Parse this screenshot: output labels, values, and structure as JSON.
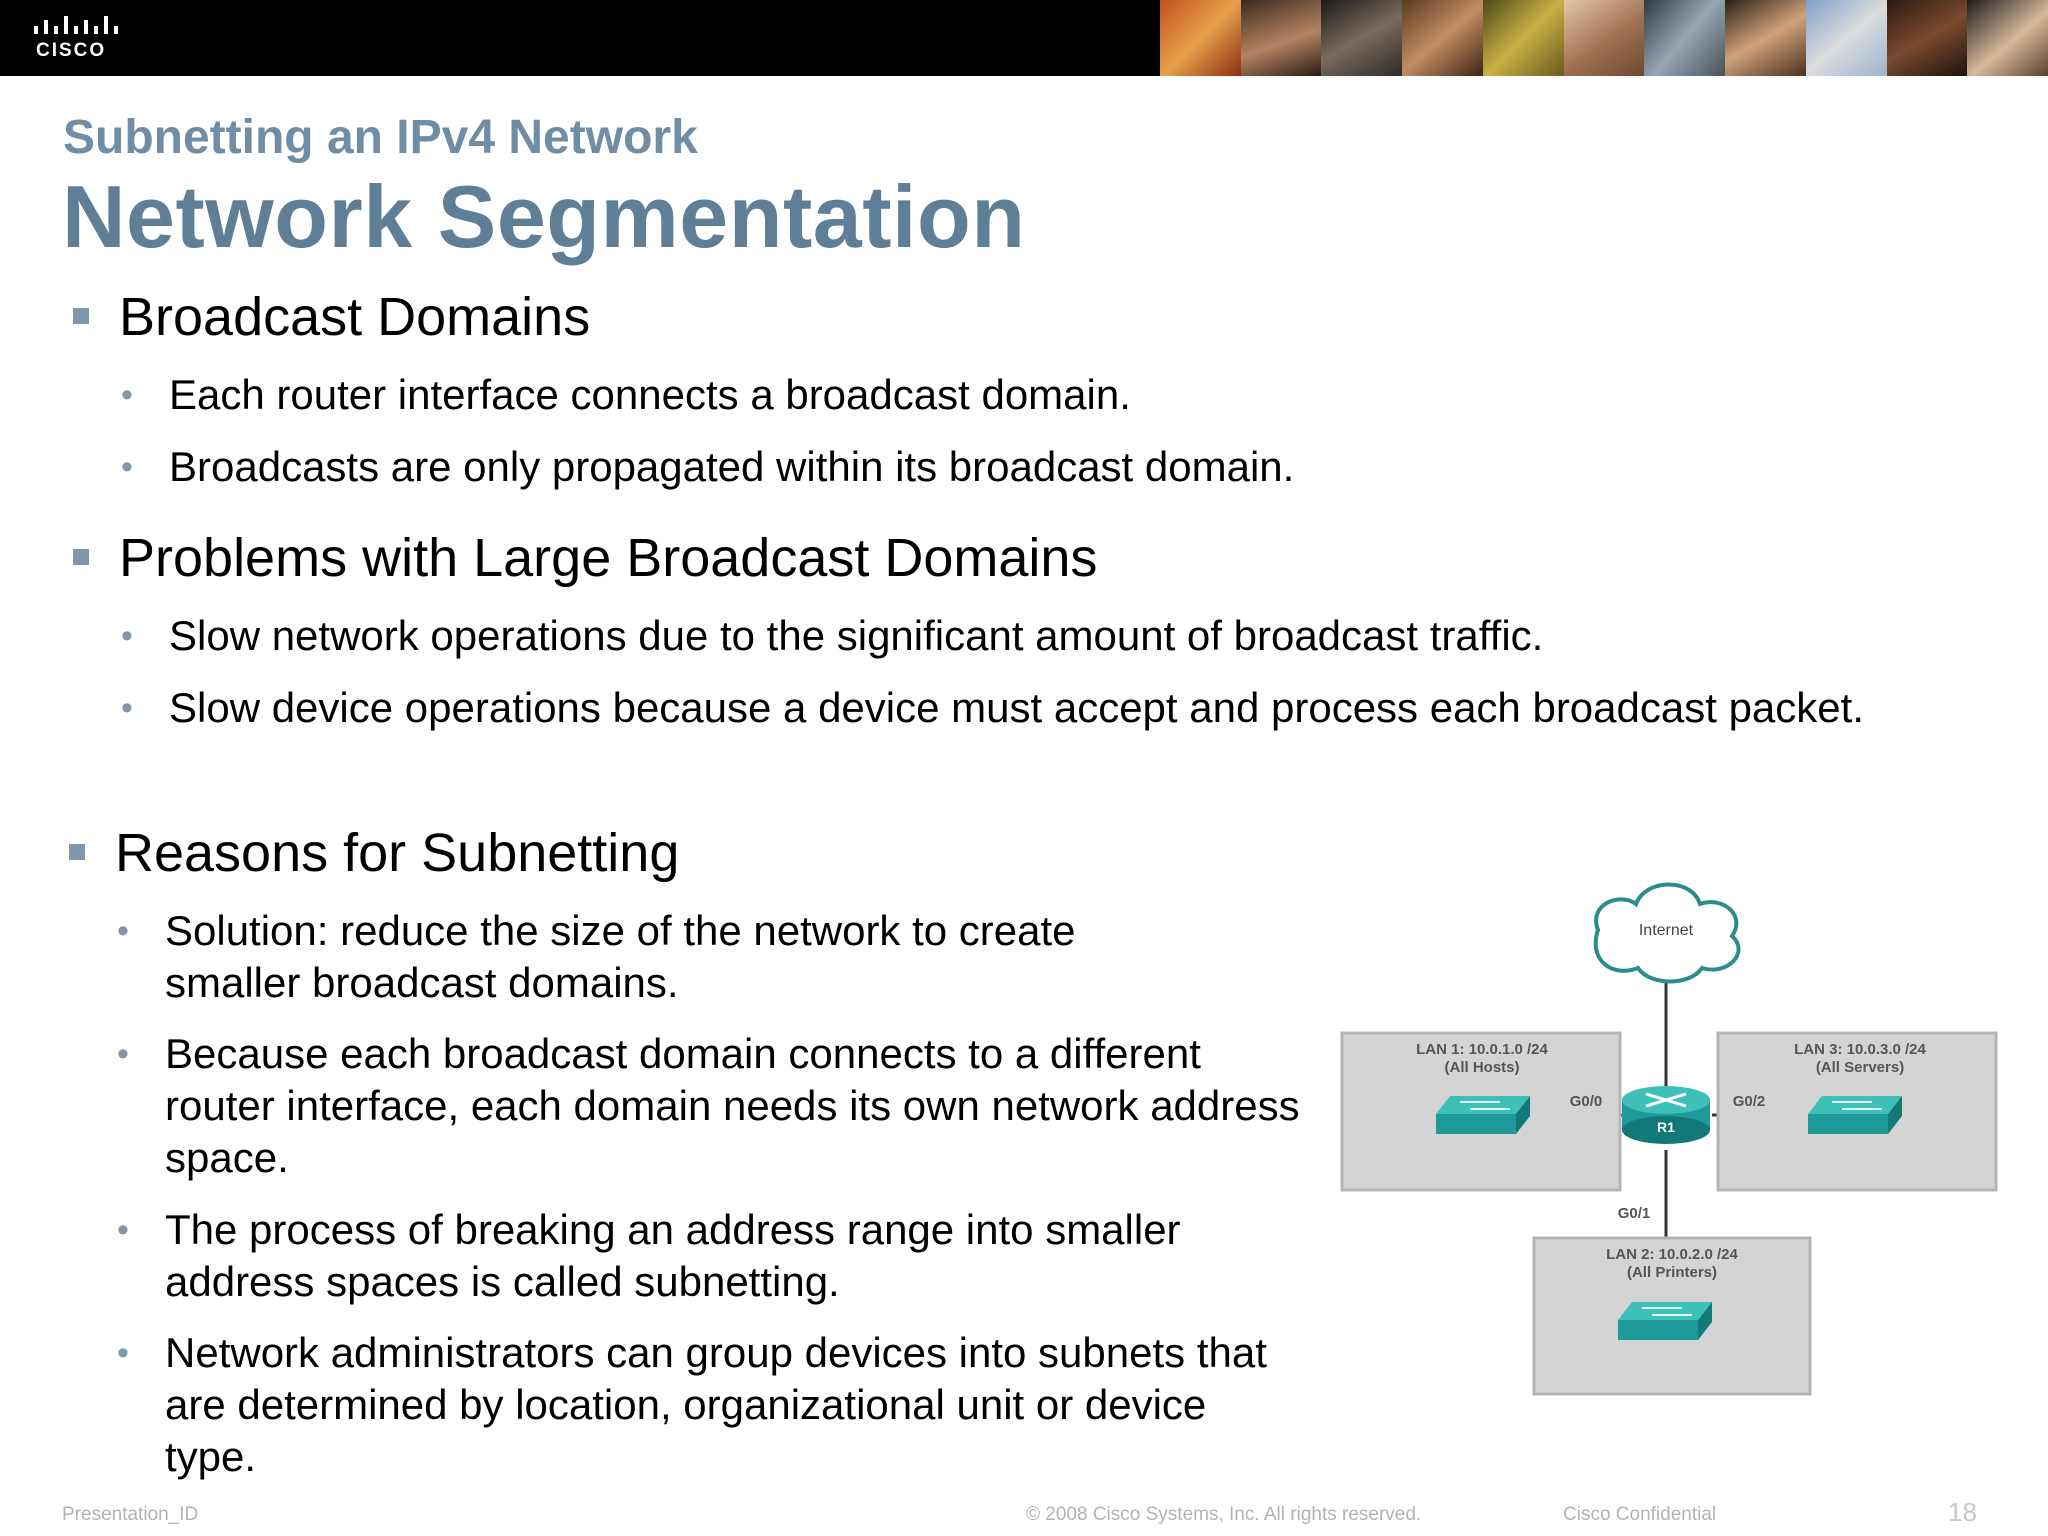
{
  "brand": {
    "logo_text": "CISCO"
  },
  "heading": {
    "subtitle": "Subnetting an IPv4 Network",
    "title": "Network Segmentation"
  },
  "sections": [
    {
      "heading": "Broadcast Domains",
      "bullets": [
        "Each router interface connects a broadcast domain.",
        "Broadcasts are only propagated within its broadcast domain."
      ]
    },
    {
      "heading": "Problems with Large Broadcast Domains",
      "bullets": [
        "Slow network operations due to the significant amount of broadcast traffic.",
        "Slow device operations because a device must accept and process each broadcast packet."
      ]
    },
    {
      "heading": "Reasons for Subnetting",
      "bullets": [
        "Solution: reduce the size of the network to create smaller broadcast domains.",
        "Because each broadcast domain connects to a different router interface, each domain needs its own network address space.",
        "The process of breaking an address range into smaller address spaces is called subnetting.",
        "Network administrators can group devices into subnets that are determined by location, organizational unit or device type."
      ]
    }
  ],
  "diagram": {
    "cloud_label": "Internet",
    "router_label": "R1",
    "lan1": {
      "line1": "LAN 1: 10.0.1.0 /24",
      "line2": "(All Hosts)",
      "iface": "G0/0"
    },
    "lan2": {
      "line1": "LAN 2: 10.0.2.0 /24",
      "line2": "(All Printers)",
      "iface": "G0/1"
    },
    "lan3": {
      "line1": "LAN 3: 10.0.3.0 /24",
      "line2": "(All Servers)",
      "iface": "G0/2"
    }
  },
  "footer": {
    "left": "Presentation_ID",
    "center": "© 2008 Cisco Systems, Inc. All rights reserved.",
    "right": "Cisco Confidential",
    "page": "18"
  },
  "colors": {
    "accent": "#5f7f97",
    "bullet": "#7e97ab",
    "device_teal": "#1f9a9a"
  }
}
